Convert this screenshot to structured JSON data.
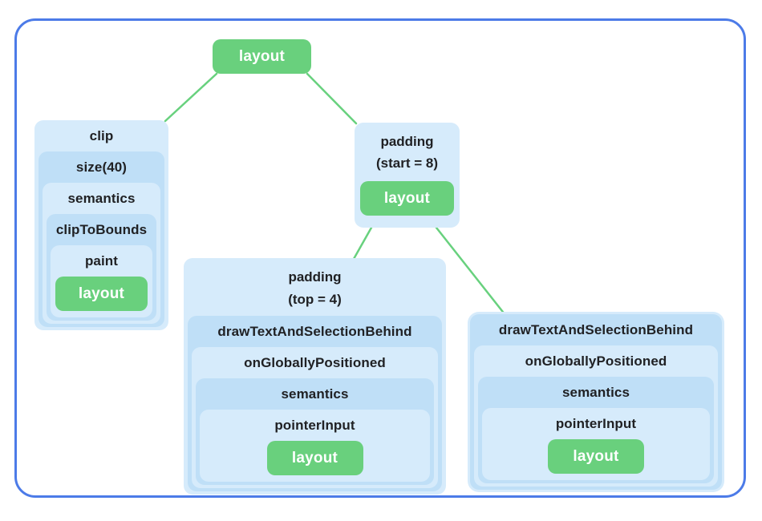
{
  "colors": {
    "frame_border": "#4C7BE8",
    "box_light_blue": "#D6EBFB",
    "box_mid_blue": "#BFDFF7",
    "leaf_green": "#69D07D",
    "edge_green": "#68D17E",
    "label_text": "#202124"
  },
  "root_node": {
    "label": "layout"
  },
  "clip_chain": {
    "levels": [
      "clip",
      "size(40)",
      "semantics",
      "clipToBounds",
      "paint"
    ],
    "leaf_label": "layout"
  },
  "padding_start_chain": {
    "title_line1": "padding",
    "title_line2": "(start = 8)",
    "leaf_label": "layout"
  },
  "padding_top_chain": {
    "title_line1": "padding",
    "title_line2": "(top = 4)",
    "levels": [
      "drawTextAndSelectionBehind",
      "onGloballyPositioned",
      "semantics",
      "pointerInput"
    ],
    "leaf_label": "layout"
  },
  "draw_text_chain": {
    "levels": [
      "drawTextAndSelectionBehind",
      "onGloballyPositioned",
      "semantics",
      "pointerInput"
    ],
    "leaf_label": "layout"
  }
}
